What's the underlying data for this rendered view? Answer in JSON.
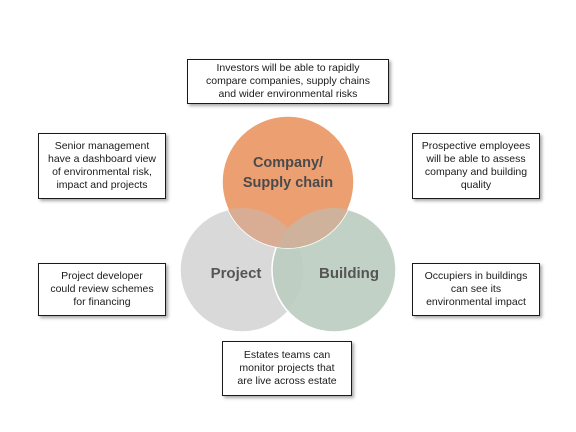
{
  "colors": {
    "company_circle": "#eca072",
    "project_circle": "#d9d9d9",
    "building_circle": "#bccdc0",
    "circle_label": "#4a4a4a",
    "box_border": "#1a1a1a"
  },
  "circles": {
    "company": {
      "label_line1": "Company/",
      "label_line2": "Supply chain"
    },
    "project": {
      "label": "Project"
    },
    "building": {
      "label": "Building"
    }
  },
  "boxes": {
    "top": "Investors will be able to rapidly\ncompare companies, supply chains\nand wider environmental risks",
    "top_left": "Senior management\nhave a dashboard view\nof environmental risk,\nimpact and projects",
    "top_right": "Prospective employees\nwill be able to assess\ncompany and building\nquality",
    "middle_left": "Project developer\ncould review schemes\nfor financing",
    "middle_right": "Occupiers in buildings\ncan see its\nenvironmental impact",
    "bottom": "Estates teams can\nmonitor projects that\nare live across estate"
  }
}
